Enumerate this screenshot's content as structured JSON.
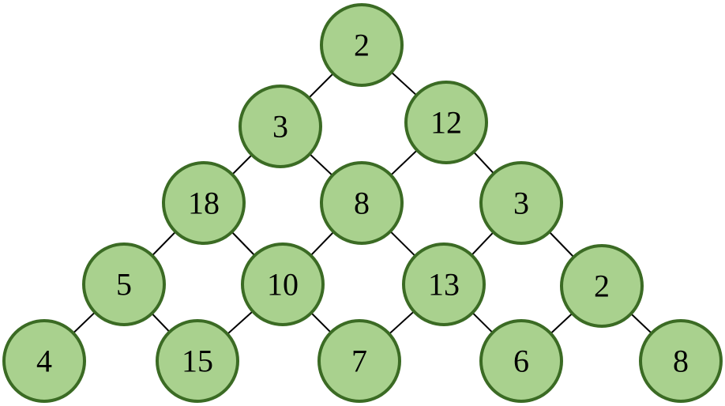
{
  "diagram": {
    "rows": [
      [
        "2"
      ],
      [
        "3",
        "12"
      ],
      [
        "18",
        "8",
        "3"
      ],
      [
        "5",
        "10",
        "13",
        "2"
      ],
      [
        "4",
        "15",
        "7",
        "6",
        "8"
      ]
    ],
    "colors": {
      "node_fill": "#a9d18e",
      "node_stroke": "#3b6b24",
      "edge": "#000000",
      "text": "#000000"
    }
  }
}
